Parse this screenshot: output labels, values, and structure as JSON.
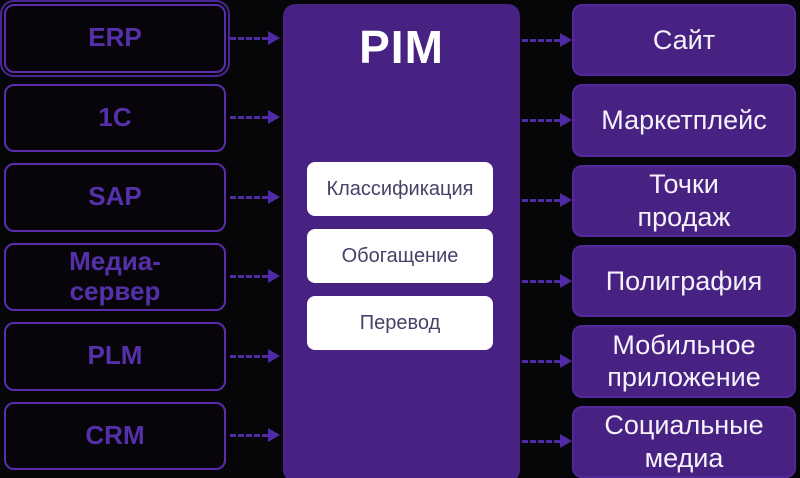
{
  "diagram": {
    "title": "PIM",
    "sources": [
      {
        "label": "ERP"
      },
      {
        "label": "1C"
      },
      {
        "label": "SAP"
      },
      {
        "label": "Медиа-\nсервер"
      },
      {
        "label": "PLM"
      },
      {
        "label": "CRM"
      }
    ],
    "functions": [
      {
        "label": "Классификация"
      },
      {
        "label": "Обогащение"
      },
      {
        "label": "Перевод"
      }
    ],
    "channels": [
      {
        "label": "Сайт"
      },
      {
        "label": "Маркетплейс"
      },
      {
        "label": "Точки\nпродаж"
      },
      {
        "label": "Полиграфия"
      },
      {
        "label": "Мобильное\nприложение"
      },
      {
        "label": "Социальные\nмедиа"
      }
    ],
    "colors": {
      "background": "#060507",
      "brand_purple": "#472282",
      "box_border_purple": "#5a2dad",
      "source_text_purple": "#5630ab",
      "function_text": "#4a3f66",
      "channel_text": "#f6f2fb",
      "arrow": "#4f2aa5",
      "white": "#ffffff"
    }
  }
}
